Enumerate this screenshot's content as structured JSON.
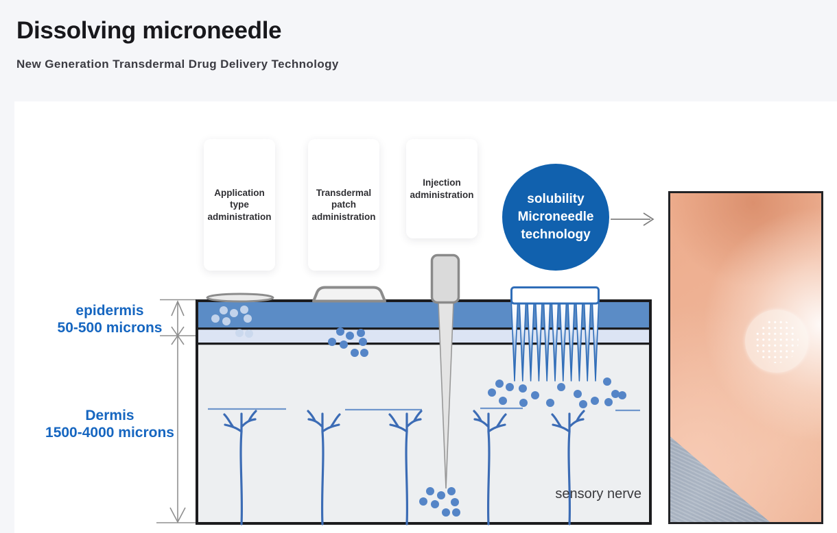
{
  "header": {
    "title": "Dissolving microneedle",
    "subtitle": "New Generation Transdermal Drug Delivery Technology"
  },
  "diagram": {
    "methods": [
      {
        "label": "Application type administration"
      },
      {
        "label": "Transdermal patch administration"
      },
      {
        "label": "Injection administration"
      }
    ],
    "badge": {
      "line1": "solubility",
      "line2": "Microneedle",
      "line3": "technology"
    },
    "skin": {
      "epidermis_label": "epidermis",
      "epidermis_range": "50-500 microns",
      "dermis_label": "Dermis",
      "dermis_range": "1500-4000 microns",
      "sensory_nerve": "sensory nerve"
    }
  },
  "colors": {
    "accent_blue": "#1161ae",
    "label_blue": "#1666c0",
    "epidermis_band": "#5b8cc6",
    "light_band": "#dce4f4",
    "dermis_fill": "#edeff1",
    "dot_blue": "#5585c7",
    "dot_light": "#c2d3eb",
    "nerve_blue": "#3c6cb5",
    "capillary_blue": "#6f96cc",
    "needle_blue": "#2f6db8"
  }
}
